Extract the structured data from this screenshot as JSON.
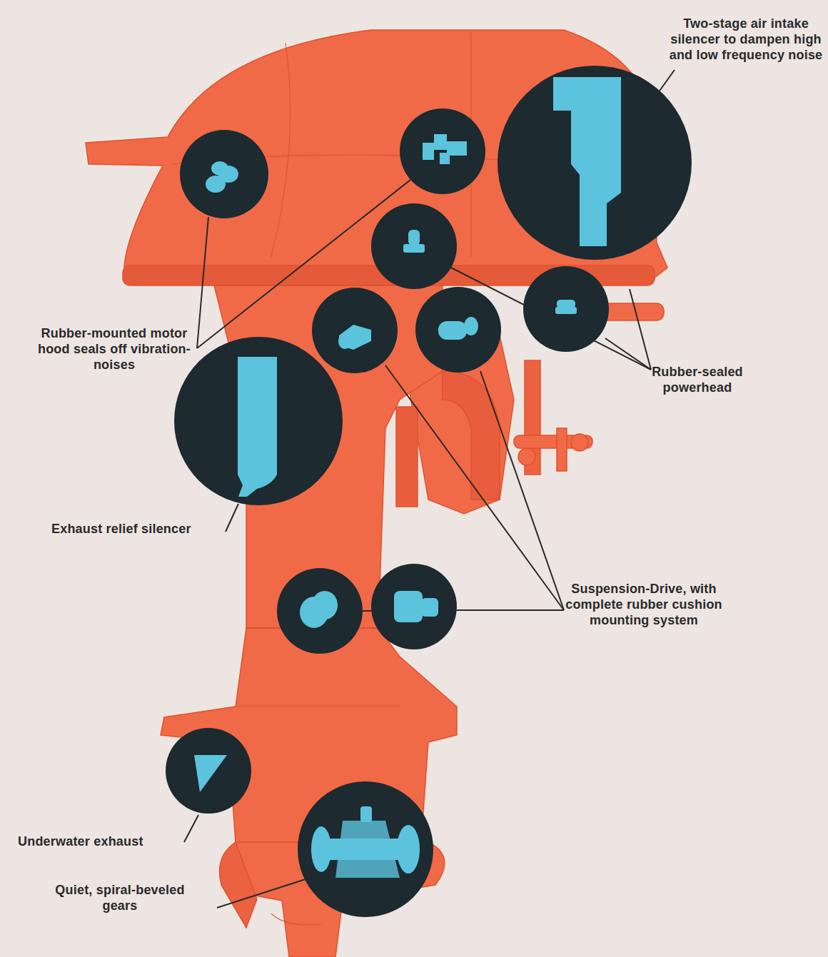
{
  "diagram": {
    "labels": [
      "Two-stage air intake silencer to dampen high and low frequency noise",
      "Rubber-mounted motor hood seals off vibration-noises",
      "Rubber-sealed powerhead",
      "Exhaust relief silencer",
      "Suspension-Drive, with complete rubber cushion mounting system",
      "Underwater exhaust",
      "Quiet, spiral-beveled gears"
    ]
  }
}
